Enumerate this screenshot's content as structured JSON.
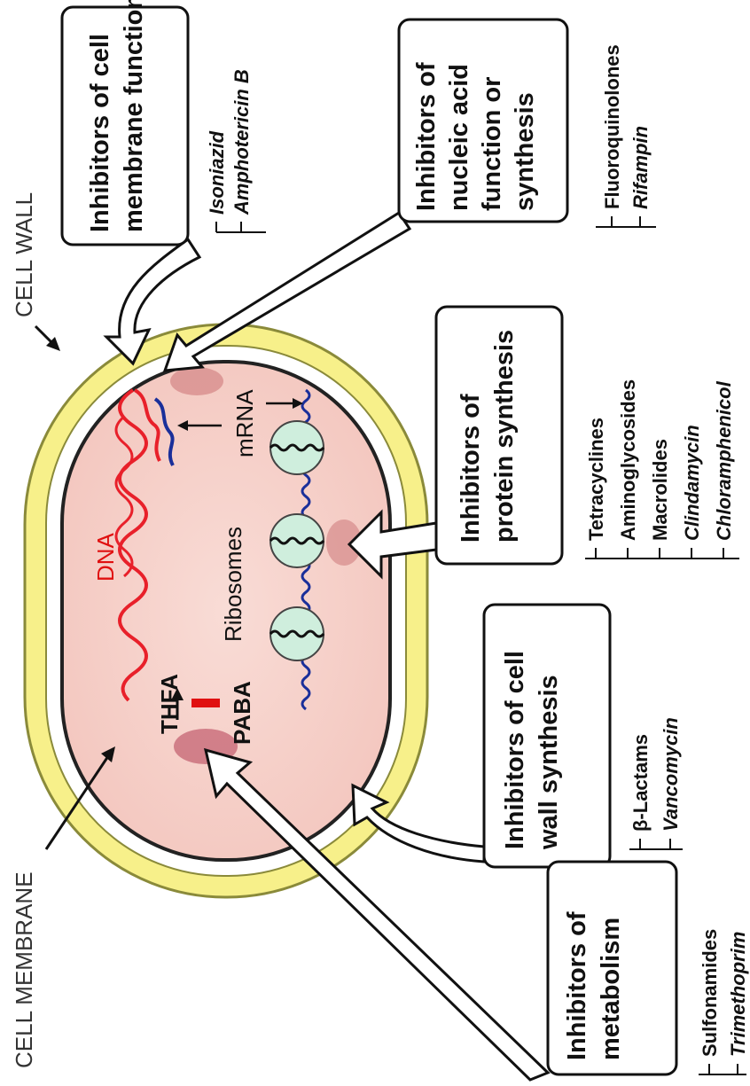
{
  "labels": {
    "cell_wall": "CELL WALL",
    "cell_membrane": "CELL MEMBRANE",
    "dna": "DNA",
    "mrna": "mRNA",
    "ribosomes": "Ribosomes",
    "thfa": "THFA",
    "paba": "PABA"
  },
  "boxes": {
    "membrane": {
      "line1": "Inhibitors of cell",
      "line2": "membrane function"
    },
    "nucleic": {
      "line1": "Inhibitors of",
      "line2": "nucleic acid",
      "line3": "function or",
      "line4": "synthesis"
    },
    "protein": {
      "line1": "Inhibitors of",
      "line2": "protein synthesis"
    },
    "wall": {
      "line1": "Inhibitors of cell",
      "line2": "wall synthesis"
    },
    "metabolism": {
      "line1": "Inhibitors of",
      "line2": "metabolism"
    }
  },
  "drugs": {
    "membrane": [
      "Isoniazid",
      "Amphotericin B"
    ],
    "nucleic": [
      "Fluoroquinolones",
      "Rifampin"
    ],
    "protein": [
      "Tetracyclines",
      "Aminoglycosides",
      "Macrolides",
      "Clindamycin",
      "Chloramphenicol"
    ],
    "wall": [
      "β-Lactams",
      "Vancomycin"
    ],
    "metabolism": [
      "Sulfonamides",
      "Trimethoprim"
    ]
  },
  "colors": {
    "cell_wall": "#f7f08a",
    "cytoplasm": "#f7d3cd",
    "ribosome": "#cfeedd",
    "dna": "#e8202a",
    "mrna_strand": "#1a2f9a",
    "block_bar": "#e01010"
  }
}
